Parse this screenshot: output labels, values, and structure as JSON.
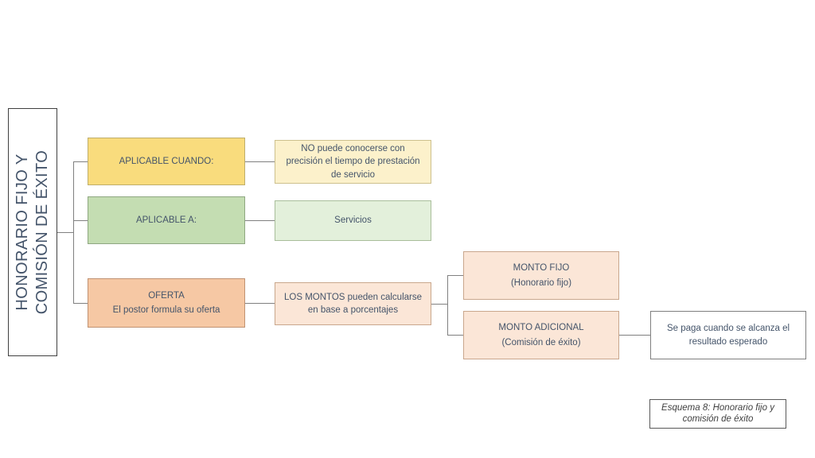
{
  "diagram": {
    "root": {
      "line1": "HONORARIO FIJO Y",
      "line2": "COMISIÓN DE ÉXITO"
    },
    "aplicable_cuando": {
      "label": "APLICABLE CUANDO:"
    },
    "aplicable_cuando_detail": "NO puede conocerse con precisión el tiempo de prestación de servicio",
    "aplicable_a": {
      "label": "APLICABLE A:"
    },
    "aplicable_a_detail": "Servicios",
    "oferta": {
      "title": "OFERTA",
      "subtitle": "El postor formula su oferta"
    },
    "oferta_detail": "LOS MONTOS pueden calcularse en base a porcentajes",
    "monto_fijo": {
      "title": "MONTO FIJO",
      "subtitle": "(Honorario fijo)"
    },
    "monto_adicional": {
      "title": "MONTO ADICIONAL",
      "subtitle": "(Comisión de éxito)"
    },
    "resultado": "Se paga cuando se alcanza el resultado esperado",
    "caption": "Esquema 8: Honorario fijo y comisión de éxito"
  },
  "palette": {
    "text": "#44546A",
    "caption_text": "#404040",
    "connector": "#808080",
    "root_border": "#404040",
    "yellow_fill": "#F9DC7D",
    "yellow_light_fill": "#FCF1CB",
    "green_fill": "#C4DDB2",
    "green_light_fill": "#E3F0DB",
    "orange_fill": "#F6C8A4",
    "orange_light_fill": "#FBE6D7"
  }
}
